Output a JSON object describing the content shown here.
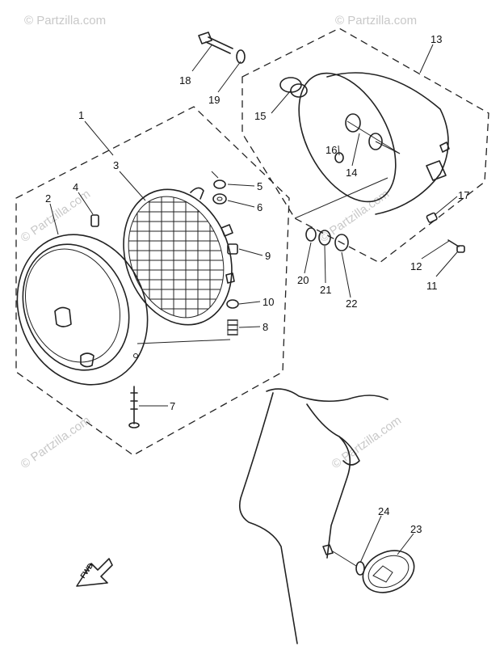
{
  "watermark": "© Partzilla.com",
  "parts": [
    {
      "id": "1",
      "label": "1"
    },
    {
      "id": "2",
      "label": "2"
    },
    {
      "id": "3",
      "label": "3"
    },
    {
      "id": "4",
      "label": "4"
    },
    {
      "id": "5",
      "label": "5"
    },
    {
      "id": "6",
      "label": "6"
    },
    {
      "id": "7",
      "label": "7"
    },
    {
      "id": "8",
      "label": "8"
    },
    {
      "id": "9",
      "label": "9"
    },
    {
      "id": "10",
      "label": "10"
    },
    {
      "id": "11",
      "label": "11"
    },
    {
      "id": "12",
      "label": "12"
    },
    {
      "id": "13",
      "label": "13"
    },
    {
      "id": "14",
      "label": "14"
    },
    {
      "id": "15",
      "label": "15"
    },
    {
      "id": "16",
      "label": "16"
    },
    {
      "id": "17",
      "label": "17"
    },
    {
      "id": "18",
      "label": "18"
    },
    {
      "id": "19",
      "label": "19"
    },
    {
      "id": "20",
      "label": "20"
    },
    {
      "id": "21",
      "label": "21"
    },
    {
      "id": "22",
      "label": "22"
    },
    {
      "id": "23",
      "label": "23"
    },
    {
      "id": "24",
      "label": "24"
    }
  ],
  "direction_arrow": "FWD"
}
